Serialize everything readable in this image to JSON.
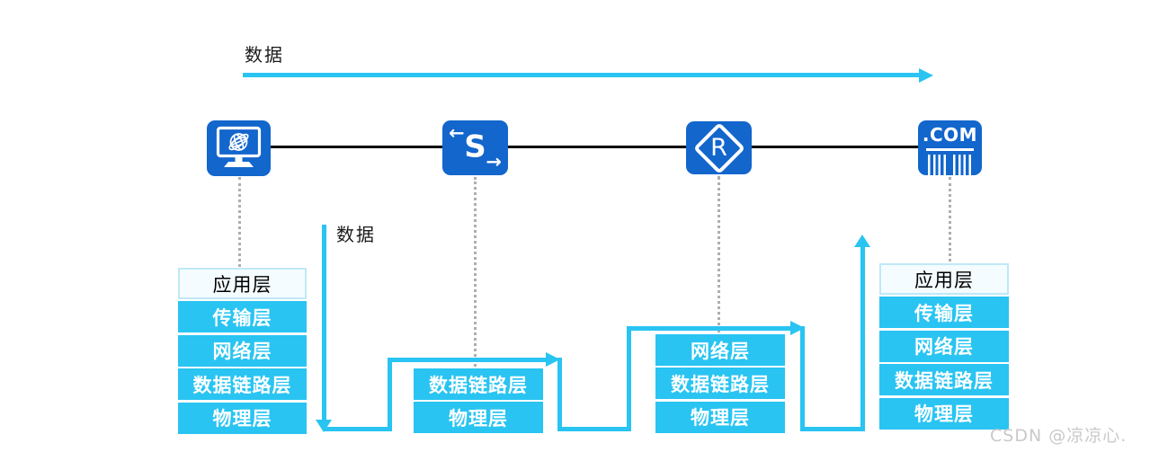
{
  "flow": {
    "label_top": "数据",
    "label_mid": "数据"
  },
  "devices": {
    "host": {
      "icon": "computer-globe-icon"
    },
    "switch": {
      "icon": "switch-icon",
      "letter": "S",
      "arrow_left": "←",
      "arrow_right": "→"
    },
    "router": {
      "icon": "router-icon",
      "letter": "R"
    },
    "server": {
      "icon": "dotcom-barcode-icon",
      "label": ".COM"
    }
  },
  "stacks": {
    "host": {
      "layers": [
        "应用层",
        "传输层",
        "网络层",
        "数据链路层",
        "物理层"
      ]
    },
    "switch": {
      "layers": [
        "数据链路层",
        "物理层"
      ]
    },
    "router": {
      "layers": [
        "网络层",
        "数据链路层",
        "物理层"
      ]
    },
    "server": {
      "layers": [
        "应用层",
        "传输层",
        "网络层",
        "数据链路层",
        "物理层"
      ]
    }
  },
  "colors": {
    "device_blue": "#1266CC",
    "flow_cyan": "#29C4F2",
    "app_layer_bg": "#F4FCFF",
    "app_layer_border": "#BFE9F7",
    "link_black": "#000000",
    "connector_gray": "#AEAEAE",
    "watermark_gray": "#C9C9C9"
  },
  "watermark": "CSDN @凉凉心."
}
